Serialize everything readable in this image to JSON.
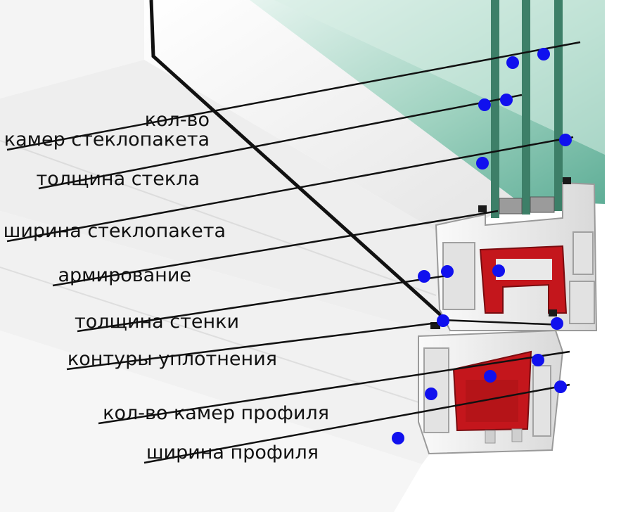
{
  "labels": {
    "chambers_unit_line1": "кол-во",
    "chambers_unit_line2": "камер стеклопакета",
    "glass_thickness": "толщина стекла",
    "unit_width": "ширина стеклопакета",
    "reinforcement": "армирование",
    "wall_thickness": "толщина стенки",
    "seal_contours": "контуры уплотнения",
    "profile_chambers": "кол-во камер профиля",
    "profile_width": "ширина профиля"
  },
  "colors": {
    "glass": "#4fa88f",
    "glass_light": "#bfe3d6",
    "reinforcement": "#c4161c",
    "seal": "#1a1a1a",
    "marker": "#1010ee",
    "profile": "#f3f3f3"
  }
}
